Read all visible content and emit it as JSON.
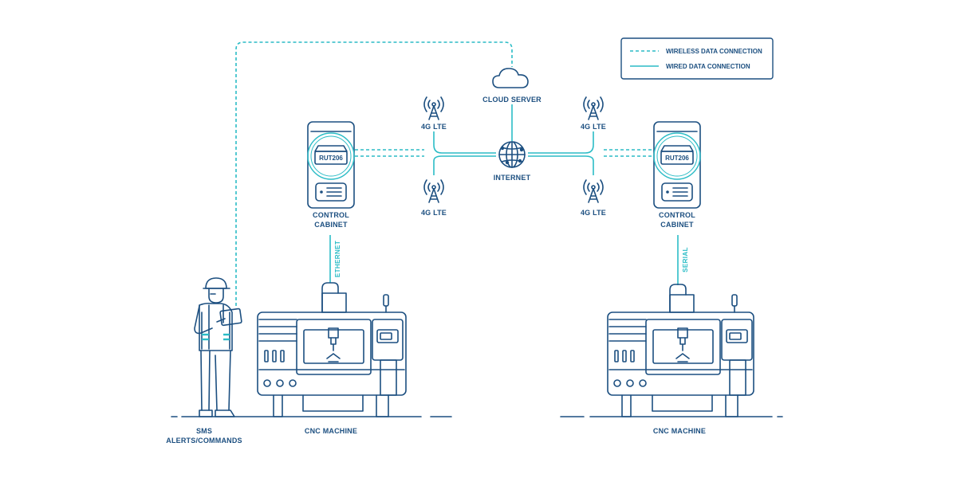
{
  "legend": {
    "wireless": "WIRELESS DATA CONNECTION",
    "wired": "WIRED DATA CONNECTION"
  },
  "labels": {
    "cloud_server": "CLOUD SERVER",
    "internet": "INTERNET",
    "lte_top_left": "4G LTE",
    "lte_bottom_left": "4G LTE",
    "lte_top_right": "4G LTE",
    "lte_bottom_right": "4G LTE",
    "cabinet_left_line1": "CONTROL",
    "cabinet_left_line2": "CABINET",
    "cabinet_right_line1": "CONTROL",
    "cabinet_right_line2": "CABINET",
    "router_left": "RUT206",
    "router_right": "RUT206",
    "ethernet": "ETHERNET",
    "serial": "SERIAL",
    "cnc_left": "CNC MACHINE",
    "cnc_right": "CNC MACHINE",
    "sms_line1": "SMS",
    "sms_line2": "ALERTS/COMMANDS"
  },
  "colors": {
    "line_art": "#1c4f80",
    "connection": "#2bbcc6",
    "background": "#ffffff"
  },
  "icons": [
    "cloud-icon",
    "globe-icon",
    "cell-tower-icon",
    "router-icon",
    "control-cabinet-icon",
    "cnc-machine-icon",
    "worker-icon",
    "tablet-icon"
  ]
}
